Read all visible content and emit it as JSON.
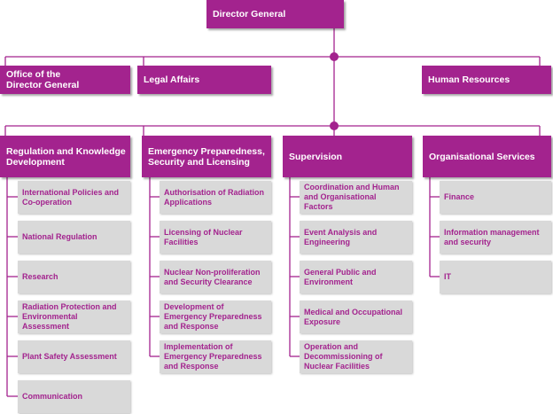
{
  "colors": {
    "primary": "#a3238e",
    "sub_bg": "#d9d9d9",
    "sub_text": "#a3238e"
  },
  "top": {
    "label": "Director General"
  },
  "staff": [
    {
      "label": "Office of the\nDirector General"
    },
    {
      "label": "Legal Affairs"
    },
    {
      "label": "Human Resources"
    }
  ],
  "departments": [
    {
      "label": "Regulation and Knowledge\nDevelopment",
      "units": [
        "International Policies and\nCo-operation",
        "National Regulation",
        "Research",
        "Radiation Protection and\nEnvironmental\nAssessment",
        "Plant Safety Assessment",
        "Communication"
      ]
    },
    {
      "label": "Emergency Preparedness,\nSecurity and Licensing",
      "units": [
        "Authorisation of Radiation\nApplications",
        "Licensing of Nuclear\nFacilities",
        "Nuclear Non-proliferation\nand Security Clearance",
        "Development of\nEmergency Preparedness\nand Response",
        "Implementation of\nEmergency Preparedness\nand Response"
      ]
    },
    {
      "label": "Supervision",
      "units": [
        "Coordination and Human\nand Organisational\nFactors",
        "Event Analysis and\nEngineering",
        "General Public and\nEnvironment",
        "Medical and Occupational\nExposure",
        "Operation and\nDecommissioning of\nNuclear Facilities"
      ]
    },
    {
      "label": "Organisational Services",
      "units": [
        "Finance",
        "Information management\nand security",
        "IT"
      ]
    }
  ]
}
